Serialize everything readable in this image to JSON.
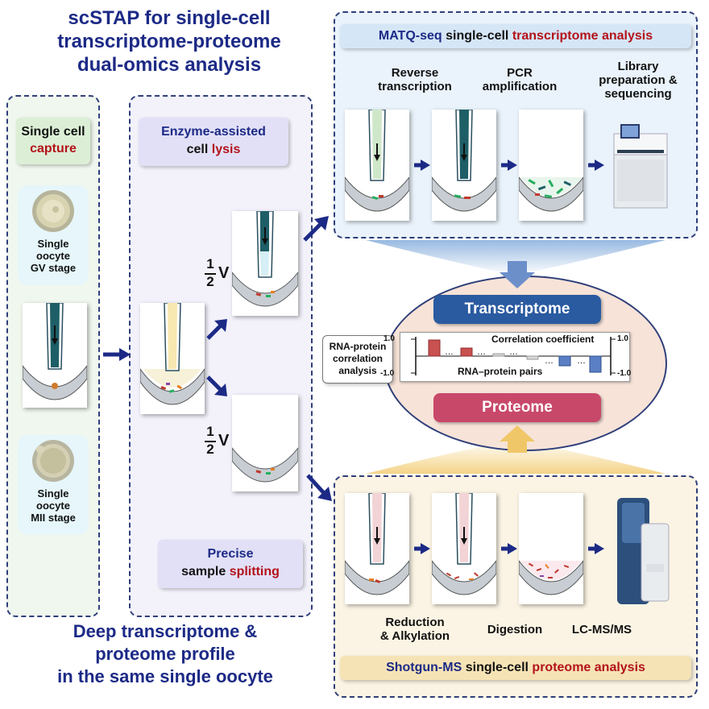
{
  "main_title": {
    "line1": "scSTAP for single-cell",
    "line2": "transcriptome-proteome",
    "line3": "dual-omics analysis"
  },
  "bottom_title": {
    "line1": "Deep transcriptome &",
    "line2": "proteome profile",
    "line3": "in the same single oocyte"
  },
  "capture": {
    "part1": "Single",
    "part2": "cell",
    "part3": "capture"
  },
  "oocyte_gv": {
    "line1": "Single",
    "line2": "oocyte",
    "line3": "GV stage"
  },
  "oocyte_mii": {
    "line1": "Single",
    "line2": "oocyte",
    "line3": "MII stage"
  },
  "lysis": {
    "part1": "Enzyme-assisted",
    "part2": "cell",
    "part3": "lysis"
  },
  "splitting": {
    "part1": "Precise",
    "part2": "sample",
    "part3": "splitting"
  },
  "half_v": {
    "numerator": "1",
    "denominator": "2",
    "unit": "V"
  },
  "matq": {
    "header_part1": "MATQ-seq",
    "header_part2": "single-cell",
    "header_part3": "transcriptome analysis",
    "steps": [
      {
        "line1": "Reverse",
        "line2": "transcription",
        "line3": ""
      },
      {
        "line1": "PCR",
        "line2": "amplification",
        "line3": ""
      },
      {
        "line1": "Library",
        "line2": "preparation &",
        "line3": "sequencing"
      }
    ]
  },
  "shotgun": {
    "header_part1": "Shotgun-MS",
    "header_part2": "single-cell",
    "header_part3": "proteome analysis",
    "steps": [
      {
        "line1": "Reduction",
        "line2": "& Alkylation"
      },
      {
        "line1": "Digestion",
        "line2": ""
      },
      {
        "line1": "LC-MS/MS",
        "line2": ""
      }
    ]
  },
  "center": {
    "transcriptome": "Transcriptome",
    "proteome": "Proteome",
    "rna_protein": {
      "line1": "RNA-protein",
      "line2": "correlation",
      "line3": "analysis"
    },
    "correlation_title": "Correlation coefficient",
    "pairs_label": "RNA–protein pairs",
    "left_top": "1.0",
    "left_bottom": "-1.0",
    "right_top": "1.0",
    "right_bottom": "-1.0",
    "ellipsis": "…"
  },
  "colors": {
    "navy": "#1c2a86",
    "red": "#b3131b",
    "transcriptome_pill": "#2a5aa0",
    "proteome_pill": "#c8486a",
    "ellipse_fill": "#f7e3d8",
    "matq_bg": "#eaf3fb",
    "shotgun_bg": "#fbf4e4"
  }
}
